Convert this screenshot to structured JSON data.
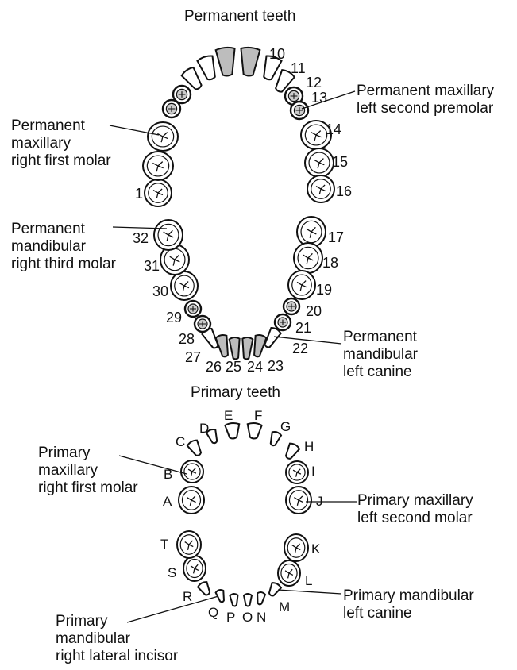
{
  "permanent": {
    "title": "Permanent teeth",
    "numbers": [
      "1",
      "10",
      "11",
      "12",
      "13",
      "14",
      "15",
      "16",
      "17",
      "18",
      "19",
      "20",
      "21",
      "22",
      "23",
      "24",
      "25",
      "26",
      "27",
      "28",
      "29",
      "30",
      "31",
      "32"
    ],
    "labels": {
      "right_first_molar": "Permanent\nmaxillary\nright first molar",
      "left_second_premolar": "Permanent maxillary\nleft second premolar",
      "right_third_molar": "Permanent\nmandibular\nright third molar",
      "left_canine": "Permanent\nmandibular\nleft canine"
    }
  },
  "primary": {
    "title": "Primary teeth",
    "letters": [
      "A",
      "B",
      "C",
      "D",
      "E",
      "F",
      "G",
      "H",
      "I",
      "J",
      "K",
      "L",
      "M",
      "N",
      "O",
      "P",
      "Q",
      "R",
      "S",
      "T"
    ],
    "labels": {
      "right_first_molar": "Primary\nmaxillary\nright first molar",
      "left_second_molar": "Primary maxillary\nleft second molar",
      "left_canine": "Primary mandibular\nleft canine",
      "right_lateral_incisor": "Primary\nmandibular\nright lateral incisor"
    }
  }
}
